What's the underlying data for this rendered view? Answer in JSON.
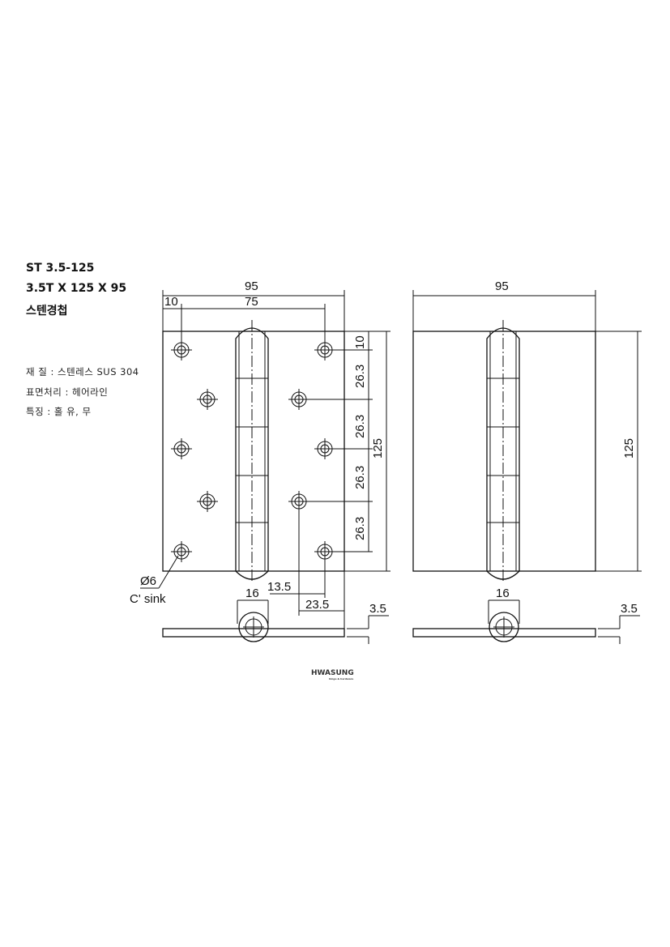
{
  "header": {
    "model": "ST 3.5-125",
    "size": "3.5T X 125 X 95",
    "name": "스텐경첩"
  },
  "specs": [
    "재 질 : 스텐레스 SUS 304",
    "표면처리 : 헤어라인",
    "특징 : 홀 유, 무"
  ],
  "dimensions": {
    "width": "95",
    "hole_span": "75",
    "edge_offset": "10",
    "top_offset": "10",
    "pitch": "26.3",
    "height": "125",
    "hole_dia": "Ø6",
    "sink": "C' sink",
    "knuckle": "16",
    "offset_a": "13.5",
    "offset_b": "23.5",
    "thickness": "3.5"
  },
  "logo": {
    "text": "HWASUNG",
    "tagline": "hinge & hardware"
  }
}
